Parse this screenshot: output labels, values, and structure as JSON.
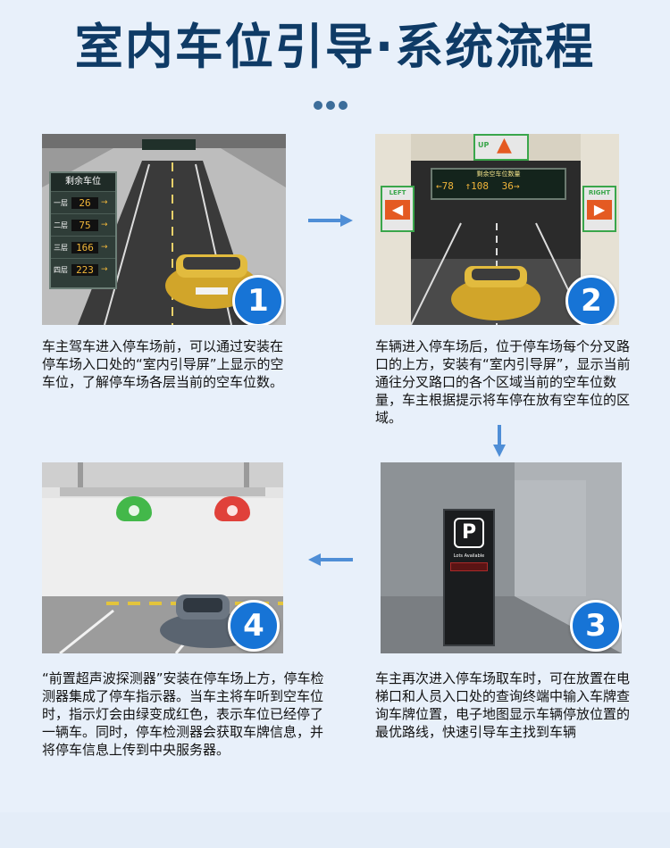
{
  "title": "室内车位引导·系统流程",
  "steps": [
    {
      "number": "1",
      "description": "车主驾车进入停车场前，可以通过安装在停车场入口处的“室内引导屏”上显示的空车位，了解停车场各层当前的空车位数。",
      "sign": {
        "header": "剩余车位",
        "rows": [
          {
            "label": "一层",
            "value": "26"
          },
          {
            "label": "二层",
            "value": "75"
          },
          {
            "label": "三层",
            "value": "166"
          },
          {
            "label": "四层",
            "value": "223"
          }
        ]
      }
    },
    {
      "number": "2",
      "description": "车辆进入停车场后，位于停车场每个分叉路口的上方，安装有“室内引导屏”，显示当前通往分叉路口的各个区域当前的空车位数量，车主根据提示将车停在放有空车位的区域。",
      "board": {
        "header": "剩余空车位数量",
        "left_value": "78",
        "center_value": "108",
        "right_value": "36",
        "left_label": "LEFT",
        "right_label": "RIGHT",
        "up_label": "UP"
      }
    },
    {
      "number": "3",
      "description": "车主再次进入停车场取车时，可在放置在电梯口和人员入口处的查询终端中输入车牌查询车牌位置，电子地图显示车辆停放位置的最优路线，快速引导车主找到车辆",
      "kiosk": {
        "logo": "P",
        "caption": "Lots Available"
      }
    },
    {
      "number": "4",
      "description": "“前置超声波探测器”安装在停车场上方，停车检测器集成了停车指示器。当车主将车听到空车位时，指示灯会由绿变成红色，表示车位已经停了一辆车。同时，停车检测器会获取车牌信息，并将停车信息上传到中央服务器。"
    }
  ],
  "colors": {
    "title": "#0f3b66",
    "badge": "#1774d6",
    "arrow": "#4f8ed6",
    "led_green": "#43b84a",
    "led_red": "#e0413a"
  }
}
